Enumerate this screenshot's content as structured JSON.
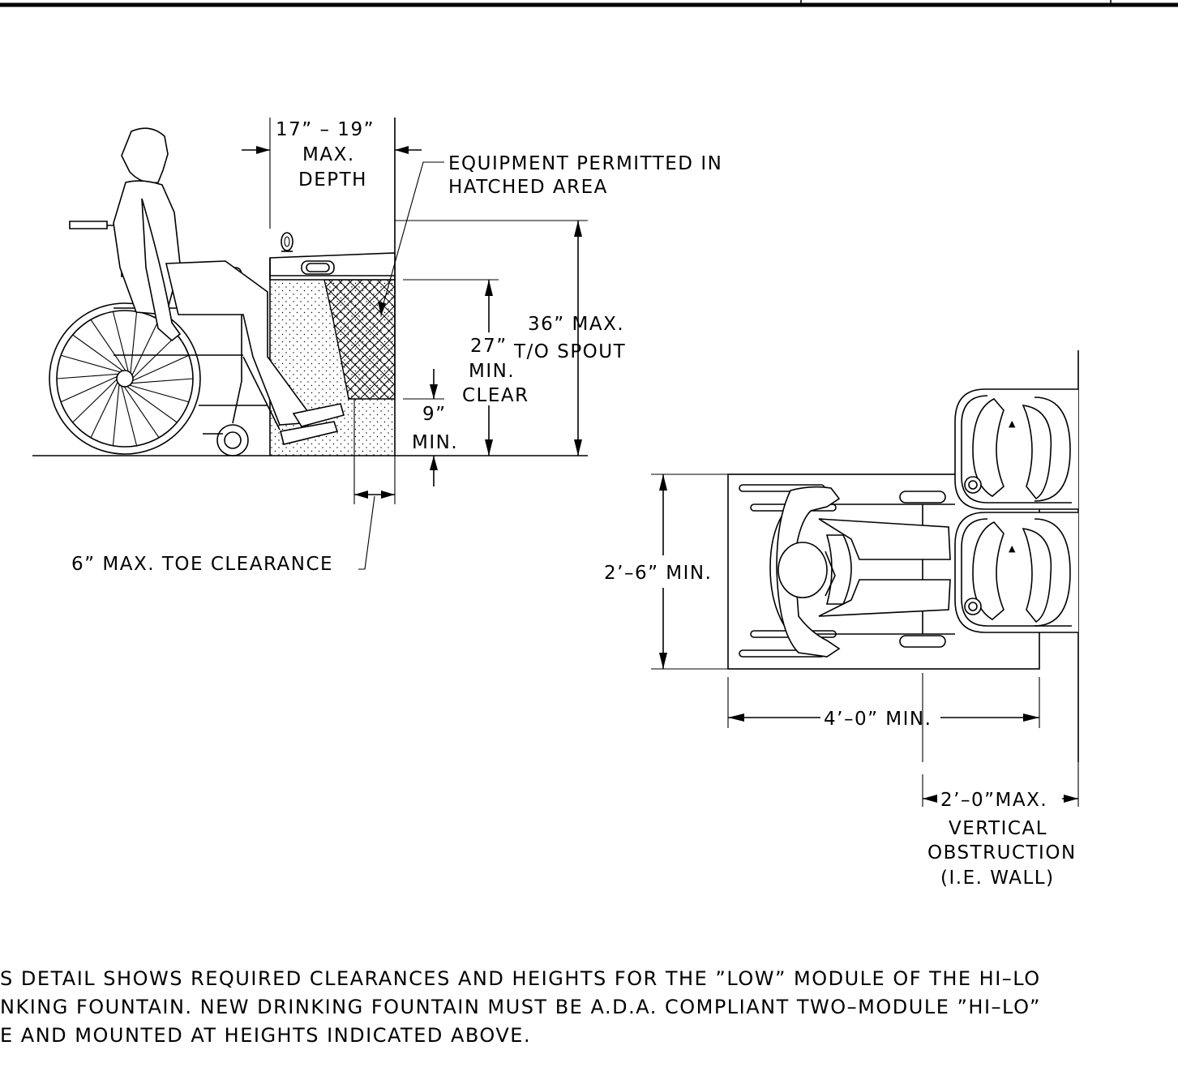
{
  "elevation": {
    "depth_dim": "17” – 19”",
    "depth_max": "MAX.",
    "depth_label": "DEPTH",
    "equipment_line1": "EQUIPMENT PERMITTED IN",
    "equipment_line2": "HATCHED AREA",
    "spout_dim": "36” MAX.",
    "spout_label": "T/O SPOUT",
    "knee_dim": "27”",
    "knee_min": "MIN.",
    "knee_clear": "CLEAR",
    "toe_dim": "9”",
    "toe_min": "MIN.",
    "toe_clearance": "6” MAX. TOE CLEARANCE"
  },
  "plan": {
    "width_dim": "2’–6” MIN.",
    "length_dim": "4’–0” MIN.",
    "obstruction_dim": "2’–0”MAX.",
    "obstruction_line1": "VERTICAL",
    "obstruction_line2": "OBSTRUCTION",
    "obstruction_line3": "(I.E. WALL)"
  },
  "notes": {
    "line1": "S DETAIL SHOWS REQUIRED CLEARANCES AND HEIGHTS FOR THE ”LOW” MODULE OF THE HI–LO",
    "line2": "NKING FOUNTAIN.  NEW DRINKING FOUNTAIN MUST BE A.D.A. COMPLIANT TWO–MODULE ”HI–LO”",
    "line3": "E AND MOUNTED AT HEIGHTS INDICATED ABOVE."
  }
}
